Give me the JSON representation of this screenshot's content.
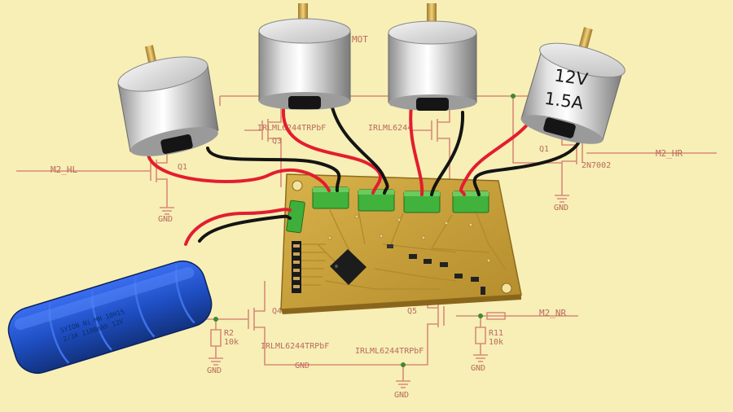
{
  "schematic": {
    "nets": {
      "m2_hl": "M2_HL",
      "m2_hr": "M2_HR",
      "m2_nr": "M2_NR",
      "mot": "MOT"
    },
    "refs": {
      "q1_left": "Q1",
      "q3": "Q3",
      "q4": "Q4",
      "q5": "Q5",
      "q1_right": "Q1",
      "r2": "R2",
      "r11": "R11"
    },
    "parts": {
      "fet_top": "IRLML6244TRPbF",
      "fet_top2": "IRLML6244",
      "fet_right": "2N7002",
      "fet_bottom_left": "IRLML6244TRPbF",
      "fet_bottom_center": "IRLML6244TRPbF",
      "r_val_left": "10k",
      "r_val_right": "10k"
    },
    "gnd_labels": [
      "GND",
      "GND",
      "GND",
      "GND",
      "GND",
      "GND"
    ]
  },
  "motors": {
    "rating_voltage": "12V",
    "rating_current": "1.5A"
  },
  "battery": {
    "label_line1": "SYION Ni-MH 10H15",
    "label_line2": "2/3A 1100mAh 12V"
  },
  "colors": {
    "background": "#f7efb6",
    "schematic_line": "#d98a78",
    "pcb": "#c7a13e",
    "connector": "#3fae3a",
    "battery": "#1f4fc4",
    "wire_positive": "#e31d2f",
    "wire_negative": "#141414"
  }
}
